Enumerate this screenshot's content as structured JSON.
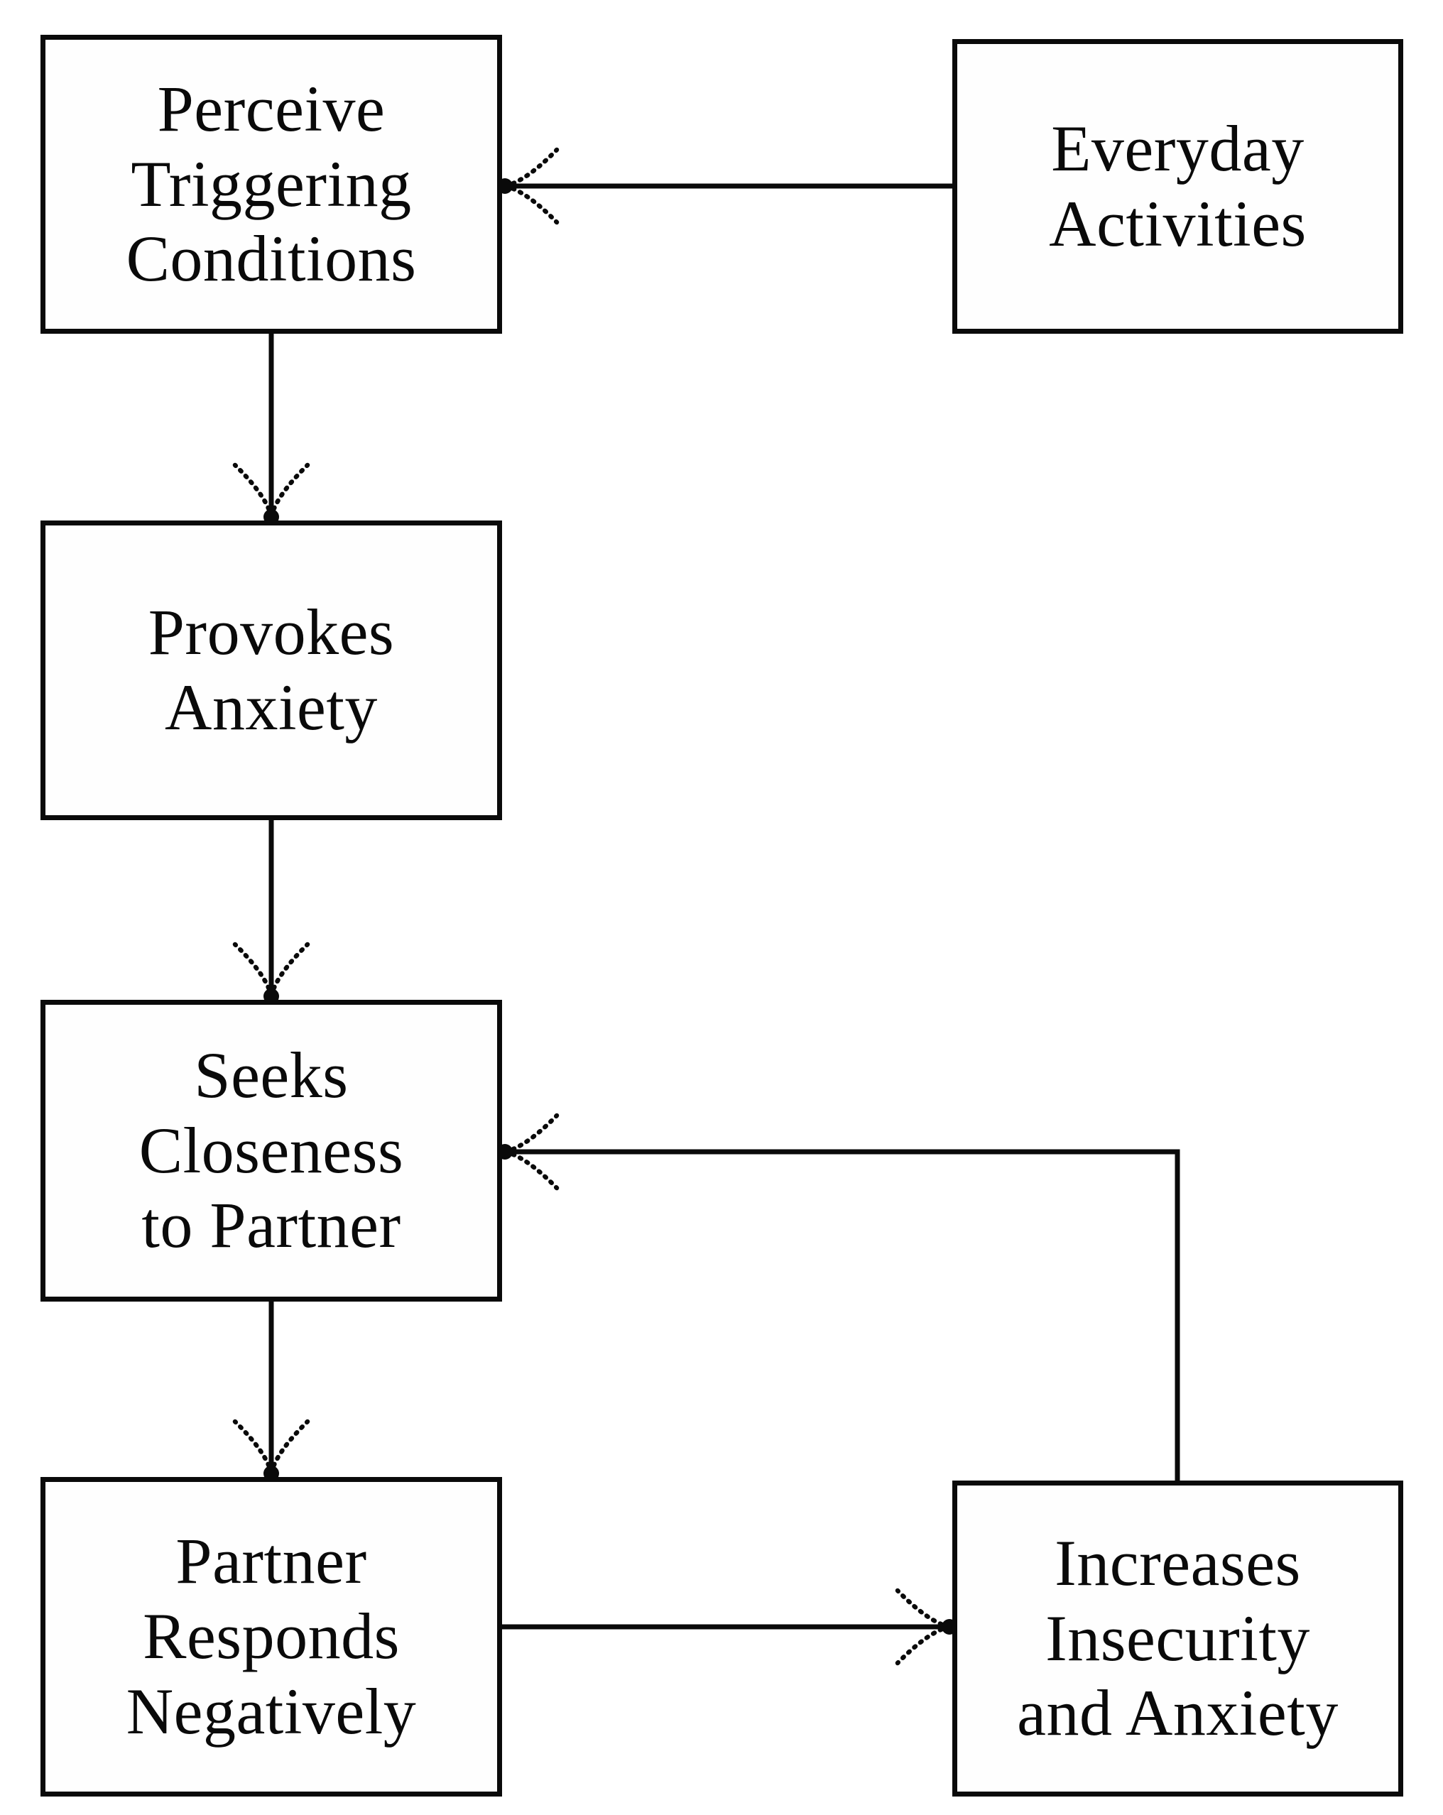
{
  "diagram": {
    "background_color": "#ffffff",
    "ink_color": "#0a0a0a",
    "nodes": [
      {
        "id": "perceive-triggering-conditions",
        "label": "Perceive\nTriggering\nConditions"
      },
      {
        "id": "everyday-activities",
        "label": "Everyday\nActivities"
      },
      {
        "id": "provokes-anxiety",
        "label": "Provokes\nAnxiety"
      },
      {
        "id": "seeks-closeness-to-partner",
        "label": "Seeks\nCloseness\nto Partner"
      },
      {
        "id": "partner-responds-negatively",
        "label": "Partner\nResponds\nNegatively"
      },
      {
        "id": "increases-insecurity-and-anxiety",
        "label": "Increases\nInsecurity\nand Anxiety"
      }
    ],
    "edges": [
      {
        "from": "everyday-activities",
        "to": "perceive-triggering-conditions"
      },
      {
        "from": "perceive-triggering-conditions",
        "to": "provokes-anxiety"
      },
      {
        "from": "provokes-anxiety",
        "to": "seeks-closeness-to-partner"
      },
      {
        "from": "seeks-closeness-to-partner",
        "to": "partner-responds-negatively"
      },
      {
        "from": "partner-responds-negatively",
        "to": "increases-insecurity-and-anxiety"
      },
      {
        "from": "increases-insecurity-and-anxiety",
        "to": "seeks-closeness-to-partner"
      }
    ]
  }
}
